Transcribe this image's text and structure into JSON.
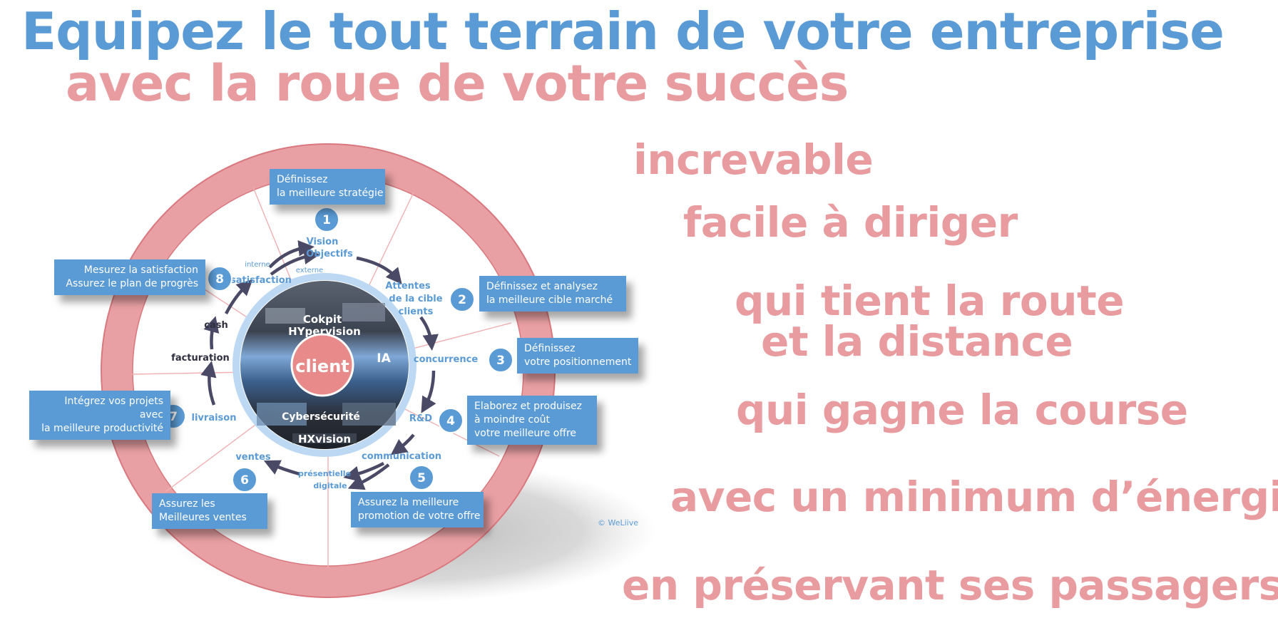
{
  "title": {
    "line1": "Equipez le tout terrain de votre entreprise",
    "line2": "avec la roue de votre succès"
  },
  "taglines": [
    "increvable",
    "facile à diriger",
    "qui tient la route",
    "et la distance",
    "qui gagne la course",
    "avec un minimum d’énergie",
    "en préservant ses passagers"
  ],
  "center": {
    "client": "client",
    "cokpit": "Cokpit",
    "hypervision": "HYpervision",
    "ia": "IA",
    "cyber": "Cybersécurité",
    "hxvision": "HXvision"
  },
  "steps": [
    {
      "num": "1",
      "line1": "Définissez",
      "line2": "la meilleure stratégie"
    },
    {
      "num": "2",
      "line1": "Définissez et analysez",
      "line2": "la meilleure cible marché"
    },
    {
      "num": "3",
      "line1": "Définissez",
      "line2": "votre positionnement"
    },
    {
      "num": "4",
      "line1": "Elaborez et produisez",
      "line2": "à moindre coût",
      "line3": "votre meilleure offre"
    },
    {
      "num": "5",
      "line1": "Assurez la meilleure",
      "line2": "promotion de votre offre"
    },
    {
      "num": "6",
      "line1": "Assurez les",
      "line2": "Meilleures ventes"
    },
    {
      "num": "7",
      "line1": "Intégrez vos projets",
      "line2": "avec",
      "line3": "la meilleure productivité"
    },
    {
      "num": "8",
      "line1": "Mesurez la satisfaction",
      "line2": "Assurez le plan de progrès"
    }
  ],
  "cycle": {
    "vision": "Vision",
    "objectifs": "Objectifs",
    "attentes": "Attentes",
    "de_la_cible": "de la cible",
    "clients": "clients",
    "concurrence": "concurrence",
    "rd": "R&D",
    "communication": "communication",
    "presentielle": "présentielle",
    "digitale": "digitale",
    "ventes": "ventes",
    "livraison": "livraison",
    "facturation": "facturation",
    "cash": "cash",
    "satisfaction": "satisfaction",
    "interne": "interne",
    "externe": "externe"
  },
  "copyright": "© WeLiive",
  "colors": {
    "blue": "#5b9bd5",
    "pink": "#e89ca0",
    "ring": "#e8a0a4",
    "arrow": "#4a4a66",
    "label_dark": "#2f2f3f"
  }
}
